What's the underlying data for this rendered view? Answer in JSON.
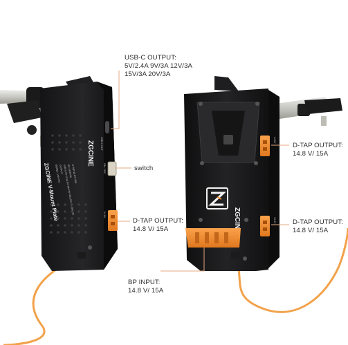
{
  "callouts": {
    "usbc_title": "USB-C OUTPUT:",
    "usbc_line1": "5V/2.4A   9V/3A  12V/3A",
    "usbc_line2": "15V/3A  20V/3A",
    "switch": "switch",
    "dtap_left_title": "D-TAP OUTPUT:",
    "dtap_left_spec": "14.8 V/ 15A",
    "dtap_right_top_title": "D-TAP OUTPUT:",
    "dtap_right_top_spec": "14.8 V/ 15A",
    "dtap_right_bottom_title": "D-TAP OUTPUT:",
    "dtap_right_bottom_spec": "14.8 V/ 15A",
    "bp_title": "BP INPUT:",
    "bp_spec": "14.8 V/ 15A"
  },
  "product": {
    "brand": "ZGCINE",
    "label_title": "ZGCINE V-Mount Plate",
    "label_lines": [
      "MODEL: VM-VP3",
      "OUTPUT:",
      "USB-C:5V=2.4A 9V=3A 12V=3A 15V=3A 20V=3A",
      "DC:14.8V/3A",
      "D-TAP:14.8V=15A"
    ],
    "port_text_usbc": "USB-C OUT",
    "port_text_switch": "ON / OFF",
    "port_text_dtap": "14.8V"
  },
  "colors": {
    "device_body": "#1d1d1f",
    "connector_orange": "#f08a2a",
    "cable_orange": "#f2a24a",
    "clamp_silver": "#d2d2cc",
    "leader_line": "#e7a880"
  }
}
